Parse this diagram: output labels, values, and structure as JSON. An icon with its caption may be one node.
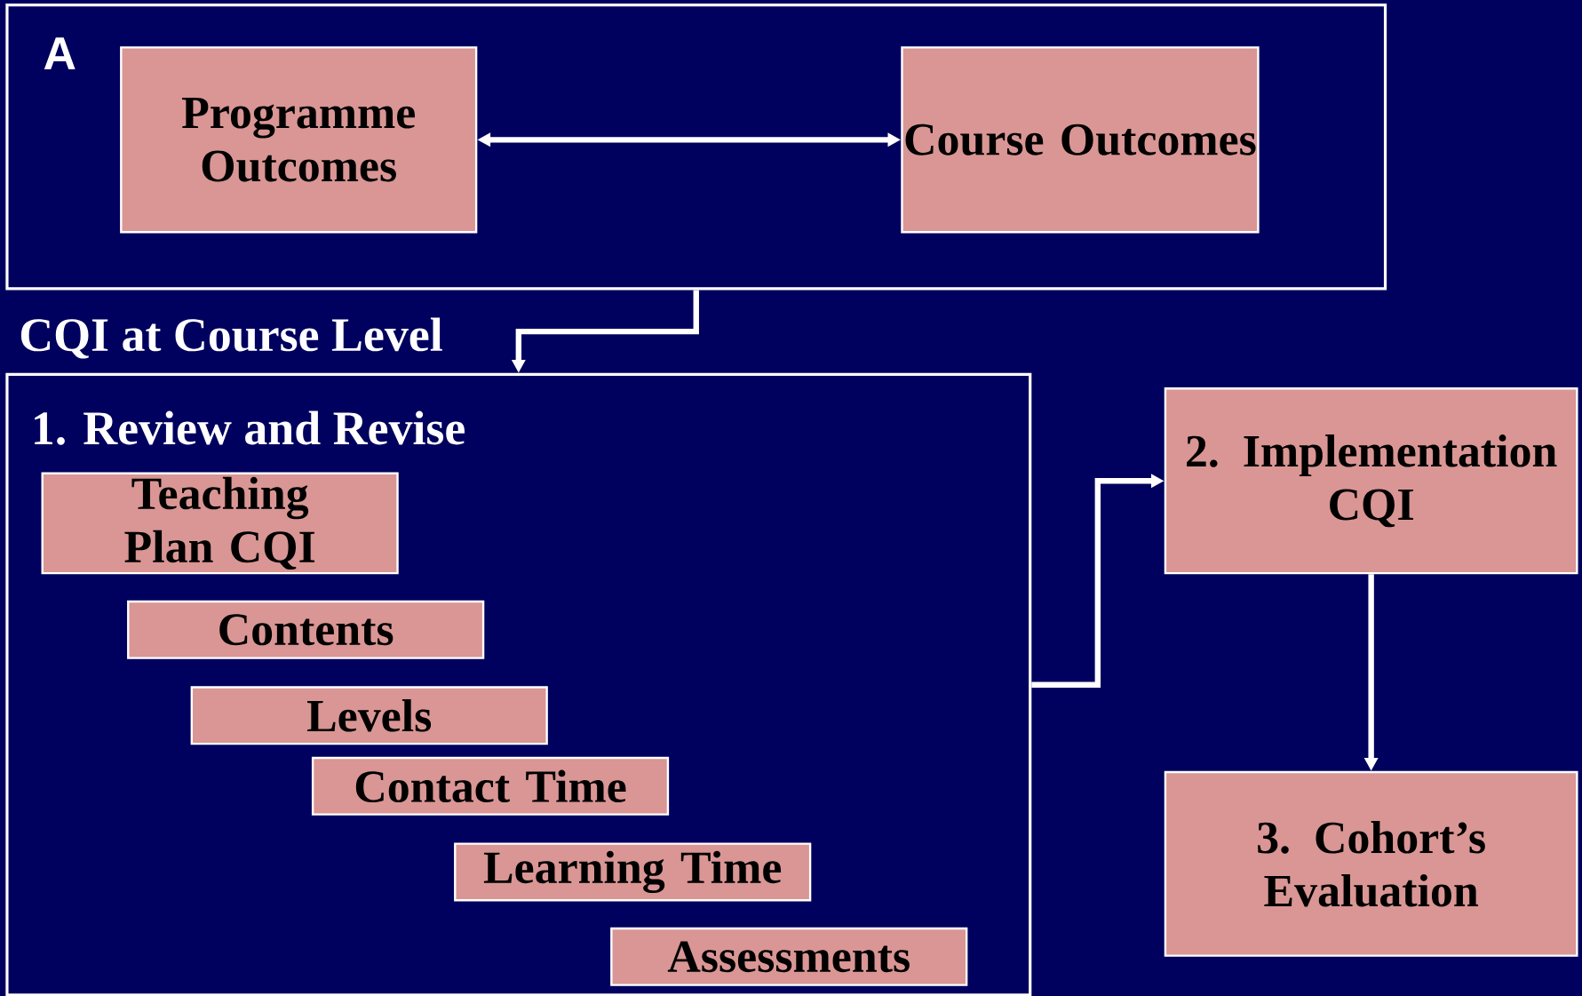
{
  "diagram": {
    "nodes": [
      {
        "text": [
          "A"
        ]
      },
      {
        "text": [
          "Programme Outcomes"
        ],
        "in": 0
      },
      {
        "text": [
          "Course Outcomes"
        ],
        "in": 0
      },
      {
        "text": [
          "CQI at Course Level",
          "1. Review and Revise"
        ]
      },
      {
        "text": [
          "Teaching Plan CQI"
        ],
        "in": 3
      },
      {
        "text": [
          "Contents"
        ],
        "in": 3
      },
      {
        "text": [
          "Levels"
        ],
        "in": 3
      },
      {
        "text": [
          "Contact Time"
        ],
        "in": 3
      },
      {
        "text": [
          "Learning Time"
        ],
        "in": 3
      },
      {
        "text": [
          "Assessments"
        ],
        "in": 3
      },
      {
        "text": [
          "2. Implementation CQI"
        ]
      },
      {
        "text": [
          "3. Cohort’s Evaluation"
        ]
      }
    ],
    "edges": [
      {
        "from": 1,
        "to": 2,
        "arrow": "both"
      },
      {
        "from": 0,
        "to": 3,
        "arrow": "to"
      },
      {
        "from": 3,
        "to": 10,
        "arrow": "to"
      },
      {
        "from": 10,
        "to": 11,
        "arrow": "to"
      }
    ]
  }
}
